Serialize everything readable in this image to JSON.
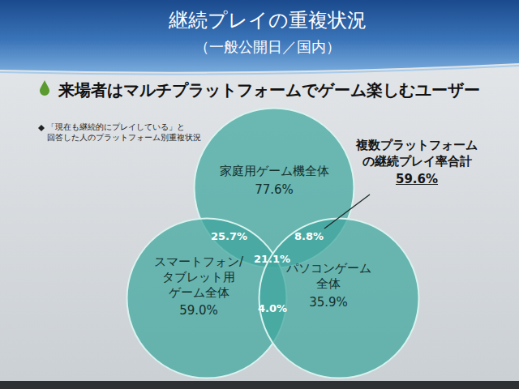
{
  "diagram": {
    "title": "継続プレイの重複状況",
    "nodes": [
      {
        "text": [
          "家庭用ゲーム機全体",
          "77.6%"
        ]
      },
      {
        "text": [
          "スマートフォン/ タブレット用 ゲーム全体",
          "59.0%"
        ]
      },
      {
        "text": [
          "パソコンゲーム 全体",
          "35.9%"
        ]
      }
    ],
    "labels": [
      "（一般公開日／国内）",
      "来場者はマルチプラットフォームでゲーム楽しむユーザー",
      "「現在も継続的にプレイしている」と 回答した人のプラットフォーム別重複状況",
      "25.7%",
      "8.8%",
      "21.1%",
      "4.0%",
      "複数プラットフォーム の継続プレイ率合計",
      "59.6%"
    ]
  }
}
